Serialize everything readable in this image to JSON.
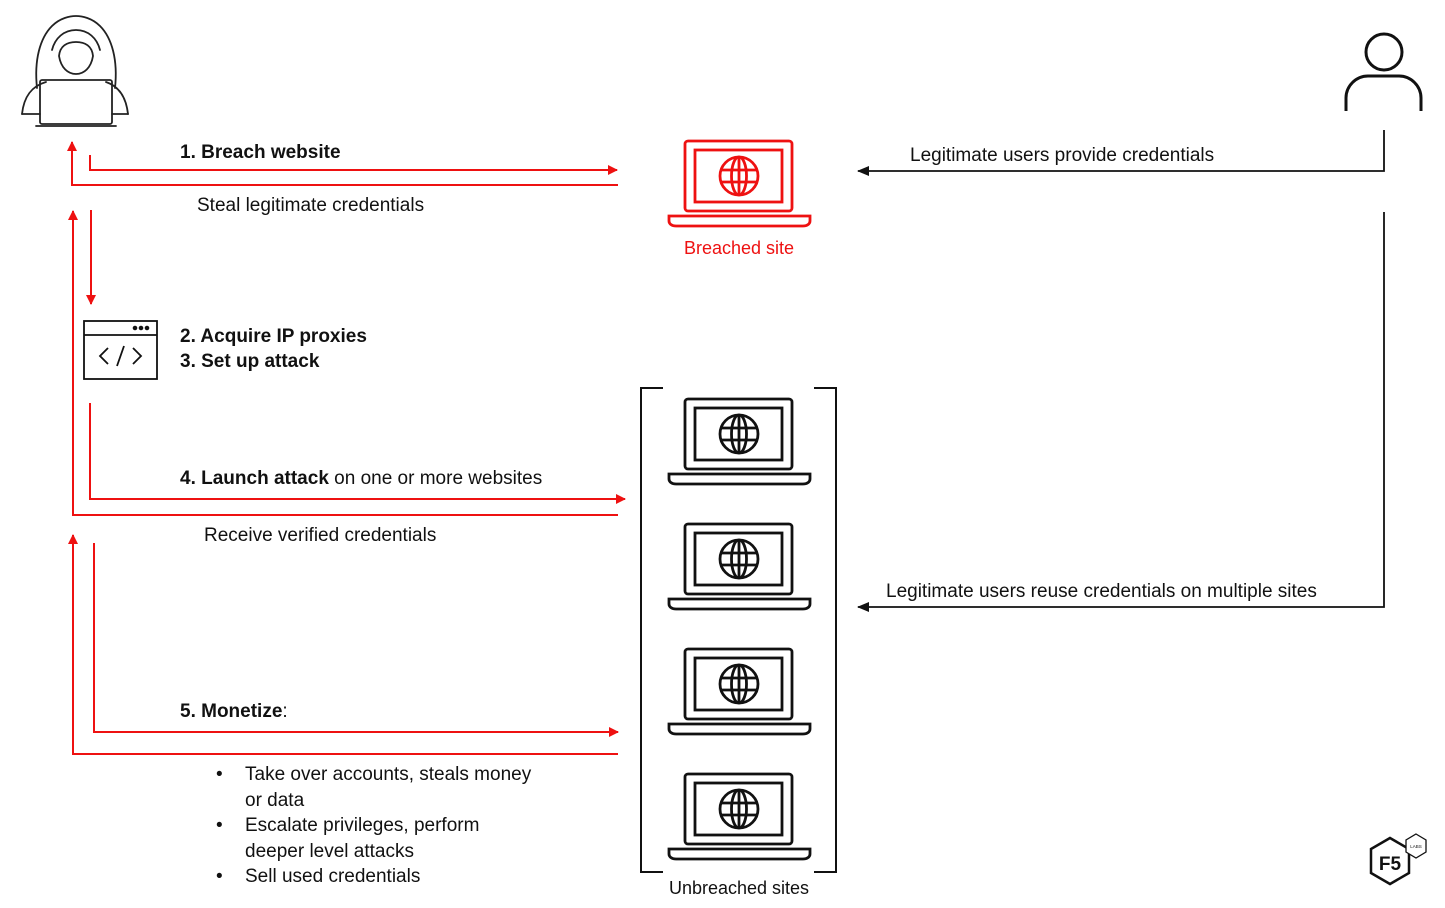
{
  "colors": {
    "attack": "#ee1111",
    "legit": "#111111",
    "icon": "#222222"
  },
  "icons": {
    "attacker": "hooded-hacker-icon",
    "user": "person-icon",
    "breached_site": "laptop-globe-icon",
    "unbreached_site": "laptop-globe-icon",
    "code_window": "code-window-icon",
    "logo": "f5-labs-logo"
  },
  "steps": {
    "step1": {
      "label": "1. Breach website"
    },
    "steal": {
      "label": "Steal legitimate credentials"
    },
    "step2": {
      "label": "2. Acquire IP proxies"
    },
    "step3": {
      "label": "3. Set up attack"
    },
    "step4": {
      "bold": "4. Launch attack",
      "rest": " on one or more websites"
    },
    "receive": {
      "label": "Receive verified credentials"
    },
    "step5": {
      "bold": "5. Monetize",
      "rest": ":"
    },
    "bullets": [
      "Take over accounts, steals money or data",
      "Escalate privileges, perform deeper level attacks",
      "Sell used credentials"
    ]
  },
  "sites": {
    "breached_label": "Breached site",
    "unbreached_label": "Unbreached sites"
  },
  "users": {
    "provide": "Legitimate users provide credentials",
    "reuse": "Legitimate users reuse credentials on multiple sites"
  },
  "logo": {
    "main": "F5",
    "badge": "LABS"
  }
}
